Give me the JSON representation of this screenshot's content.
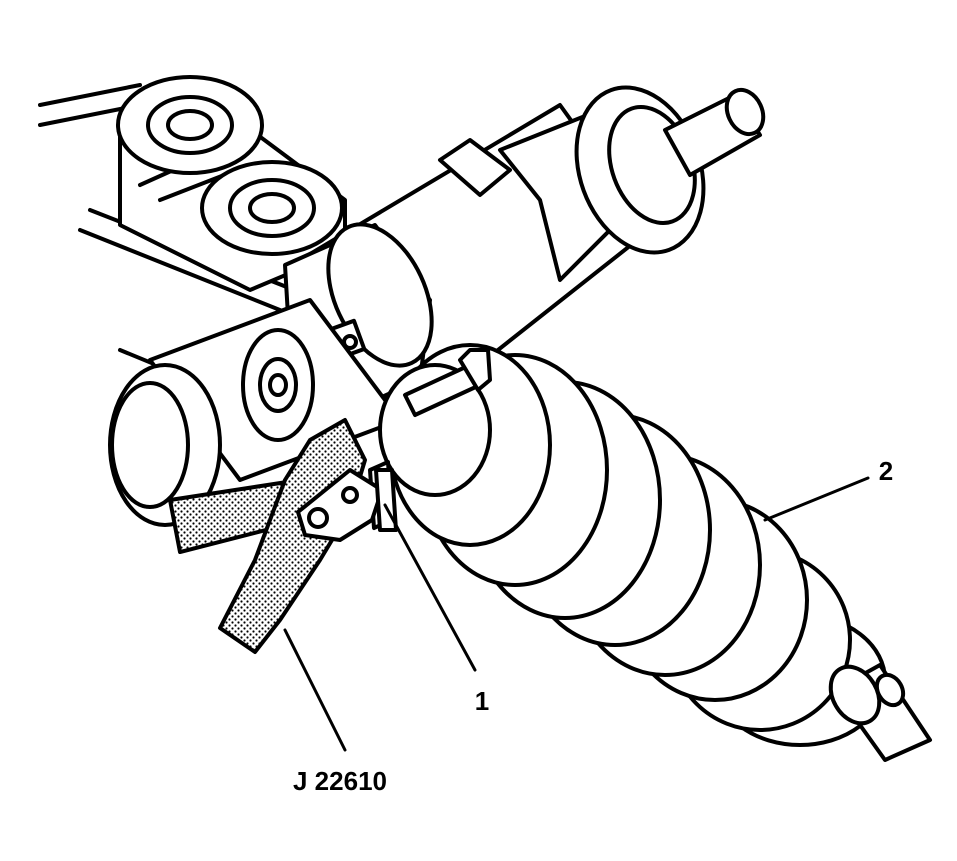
{
  "figure": {
    "callouts": [
      {
        "id": "callout-1",
        "label": "1"
      },
      {
        "id": "callout-2",
        "label": "2"
      },
      {
        "id": "callout-tool",
        "label": "J 22610"
      }
    ],
    "colors": {
      "ink": "#000000",
      "paper": "#ffffff",
      "tool_fill": "#d8d8d8"
    }
  }
}
